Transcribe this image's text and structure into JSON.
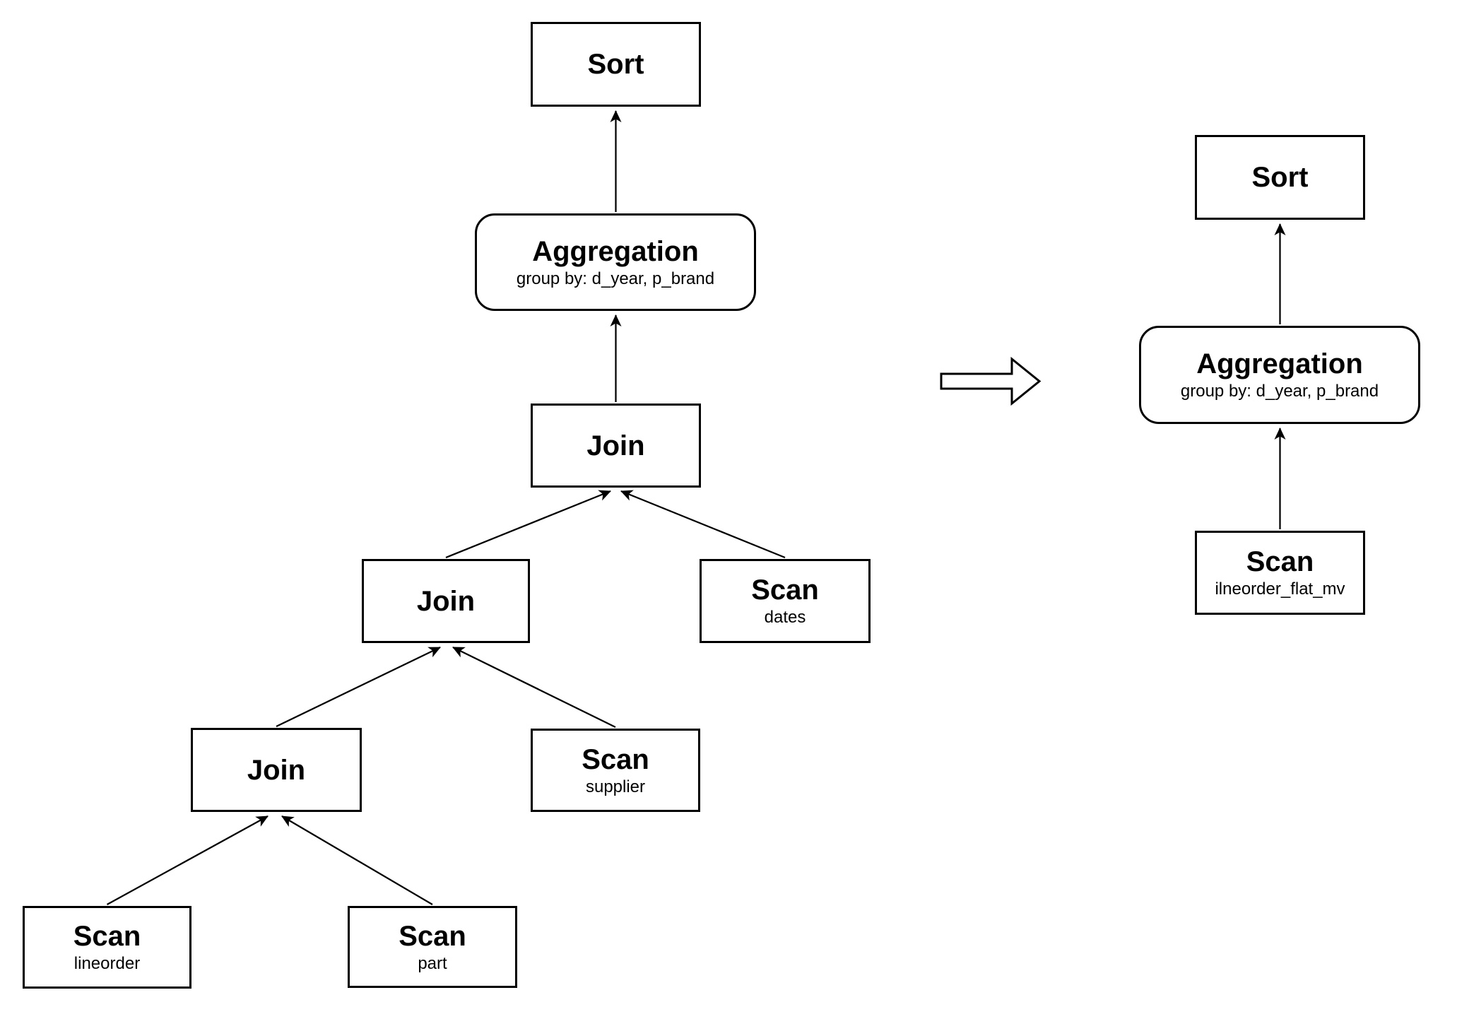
{
  "colors": {
    "background": "#ffffff",
    "stroke": "#000000",
    "text": "#000000",
    "node_fill": "#ffffff"
  },
  "left_plan": {
    "sort": {
      "title": "Sort"
    },
    "aggregation": {
      "title": "Aggregation",
      "subtitle": "group by: d_year, p_brand"
    },
    "join_top": {
      "title": "Join"
    },
    "join_mid": {
      "title": "Join"
    },
    "join_bottom": {
      "title": "Join"
    },
    "scan_dates": {
      "title": "Scan",
      "subtitle": "dates"
    },
    "scan_supplier": {
      "title": "Scan",
      "subtitle": "supplier"
    },
    "scan_lineorder": {
      "title": "Scan",
      "subtitle": "lineorder"
    },
    "scan_part": {
      "title": "Scan",
      "subtitle": "part"
    },
    "edges": [
      {
        "from": "aggregation",
        "to": "sort"
      },
      {
        "from": "join_top",
        "to": "aggregation"
      },
      {
        "from": "join_mid",
        "to": "join_top"
      },
      {
        "from": "scan_dates",
        "to": "join_top"
      },
      {
        "from": "join_bottom",
        "to": "join_mid"
      },
      {
        "from": "scan_supplier",
        "to": "join_mid"
      },
      {
        "from": "scan_lineorder",
        "to": "join_bottom"
      },
      {
        "from": "scan_part",
        "to": "join_bottom"
      }
    ]
  },
  "transform": {
    "arrow_direction": "right"
  },
  "right_plan": {
    "sort": {
      "title": "Sort"
    },
    "aggregation": {
      "title": "Aggregation",
      "subtitle": "group by: d_year, p_brand"
    },
    "scan_mv": {
      "title": "Scan",
      "subtitle": "ilneorder_flat_mv"
    },
    "edges": [
      {
        "from": "aggregation",
        "to": "sort"
      },
      {
        "from": "scan_mv",
        "to": "aggregation"
      }
    ]
  }
}
